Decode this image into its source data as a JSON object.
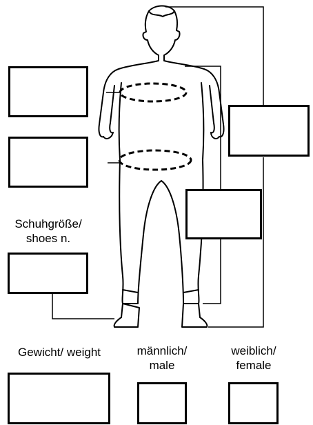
{
  "labels": {
    "shoe_size": "Schuhgröße/\nshoes n.",
    "weight": "Gewicht/ weight",
    "male": "männlich/\nmale",
    "female": "weiblich/\nfemale"
  },
  "fields": {
    "chest": "",
    "waist": "",
    "height": "",
    "leg_length": "",
    "shoe_size": "",
    "weight": "",
    "male": "",
    "female": ""
  }
}
